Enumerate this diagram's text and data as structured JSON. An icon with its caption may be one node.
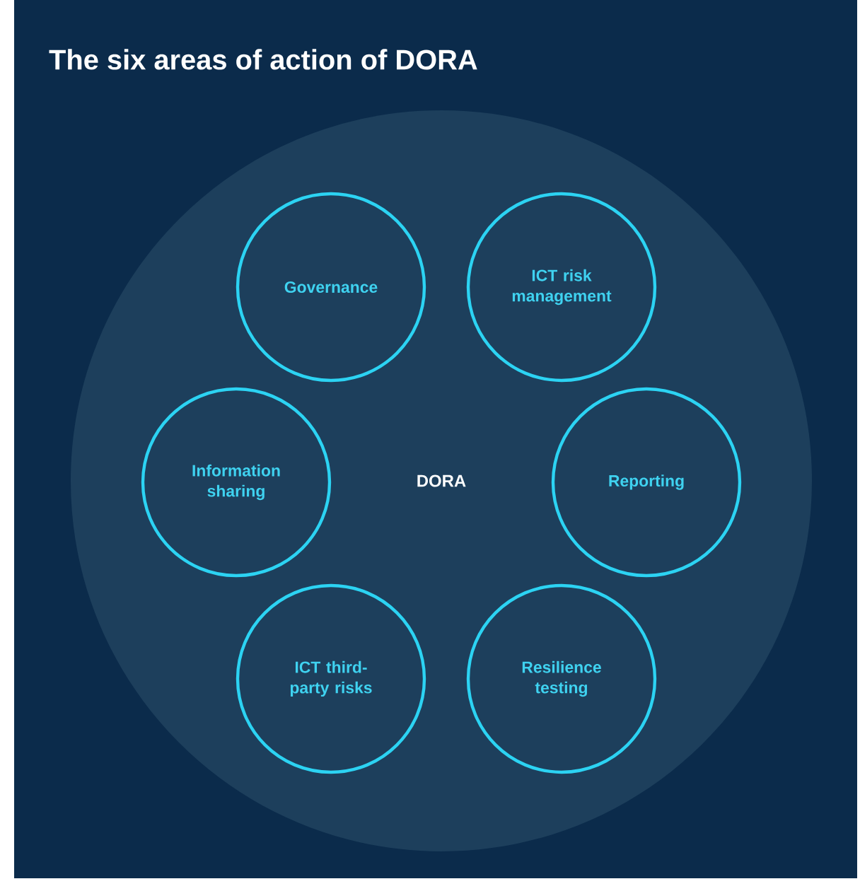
{
  "diagram": {
    "title": "The six areas of action of DORA",
    "nodes": [
      {
        "text": [
          "DORA"
        ]
      },
      {
        "text": [
          "Governance"
        ],
        "in": 0
      },
      {
        "text": [
          "ICT risk management"
        ],
        "in": 0
      },
      {
        "text": [
          "Information sharing"
        ],
        "in": 0
      },
      {
        "text": [
          "Reporting"
        ],
        "in": 0
      },
      {
        "text": [
          "ICT third-party risks"
        ],
        "in": 0
      },
      {
        "text": [
          "Resilience testing"
        ],
        "in": 0
      }
    ]
  }
}
